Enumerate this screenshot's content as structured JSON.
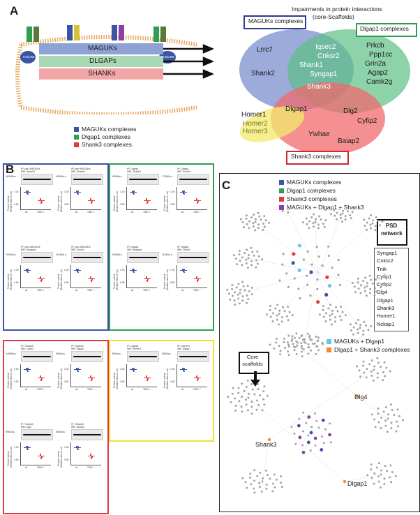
{
  "panels": {
    "a": "A",
    "b": "B",
    "c": "C"
  },
  "membrane": {
    "bars": [
      "MAGUKs",
      "DLGAPs",
      "SHANKs"
    ],
    "receptors": [
      "mGluR5",
      "mGluR5"
    ],
    "legend": [
      {
        "label": "MAGUKs complexes",
        "color": "#3a55a4"
      },
      {
        "label": "Dlgap1 complexes",
        "color": "#2e9e4f"
      },
      {
        "label": "Shank3 complexes",
        "color": "#e03a3e"
      }
    ]
  },
  "venn": {
    "title_line1": "Impairments in protein interactions",
    "title_line2": "(core-Scaffolds)",
    "box_maguks": "MAGUKs complexes",
    "box_dlgap1": "Dlgap1 complexes",
    "box_shank3": "Shank3 complexes",
    "maguks_only": [
      "Lrrc7",
      "Shank2"
    ],
    "dlgap1_only": [
      "Prkcb",
      "Ppp1cc",
      "Grin2a",
      "Agap2",
      "Camk2g"
    ],
    "maguks_dlgap1": [
      "Iqsec2",
      "Cnksr2",
      "Shank1",
      "Syngap1"
    ],
    "center": "Shank3",
    "shank3_maguks": "Dlgap1",
    "shank3_dlgap1": [
      "Dlg2",
      "Cyfip2"
    ],
    "shank3_only": [
      "Ywhae",
      "Baiap2"
    ],
    "homer": [
      "Homer1",
      "Homer2",
      "Homer3"
    ]
  },
  "blots_blue": [
    {
      "ip": "IP: pan-MAGUKs",
      "wb": "WB: Shank3",
      "mw": "180kDa"
    },
    {
      "ip": "IP: pan-MAGUKs",
      "wb": "WB: Shank2",
      "mw": "180kDa"
    },
    {
      "ip": "IP: pan-MAGUKs",
      "wb": "WB: Syngap1",
      "mw": "150kDa"
    },
    {
      "ip": "IP: pan-MAGUKs",
      "wb": "WB: Cnksr2",
      "mw": "110kDa"
    }
  ],
  "blots_green": [
    {
      "ip": "IP: Dlgap1",
      "wb": "WB: Shank3",
      "mw": "180kDa"
    },
    {
      "ip": "IP: Dlgap1",
      "wb": "WB: Grin2a",
      "mw": "170kDa"
    },
    {
      "ip": "IP: Dlgap1",
      "wb": "WB: Syngap1",
      "mw": "150kDa"
    },
    {
      "ip": "IP: Dlgap1",
      "wb": "WB: Cnksr2",
      "mw": "110kDa"
    }
  ],
  "blots_red": [
    {
      "ip": "IP: Shank3",
      "wb": "WB: Cyfip2",
      "mw": "140kDa"
    },
    {
      "ip": "IP: Shank3",
      "wb": "WB: Dlgap1",
      "mw": "95kDa"
    },
    {
      "ip": "IP: Shank3",
      "wb": "WB: Dlg2",
      "mw": "95kDa"
    },
    {
      "ip": "IP: Shank3",
      "wb": "WB: Baiap2",
      "mw": "60kDa"
    }
  ],
  "blots_yellow": [
    {
      "ip": "IP: Dlgap1",
      "wb": "WB: Homer1",
      "mw": "45kDa"
    },
    {
      "ip": "IP: Homer1",
      "wb": "WB: Dlgap1",
      "mw": "95kDa"
    }
  ],
  "plot": {
    "ylabel": "Protein content",
    "ylabel2": "(Relative ratio vs. wt)",
    "ticks": [
      "1.00",
      "0.50"
    ],
    "wt": "wt",
    "tg": "TNIK⁻/⁻"
  },
  "network": {
    "legend": [
      {
        "label": "MAGUKs complexes",
        "color": "#3a55a4"
      },
      {
        "label": "Dlgap1 complexes",
        "color": "#2e9e4f"
      },
      {
        "label": "Shank3 complexes",
        "color": "#e03a3e"
      },
      {
        "label": "MAGUKs + Dlgap1 + Shank3",
        "color": "#8e3fa0"
      }
    ],
    "psd_box": "PSD network",
    "genes": [
      "Syngap1",
      "Cnksr2",
      "Tnik",
      "Cyfip1",
      "Cyfip2",
      "Dlg4",
      "Dlgap1",
      "Shank3",
      "Homer1",
      "Nckap1"
    ],
    "legend2": [
      {
        "label": "MAGUKs + Dlgap1",
        "color": "#5ec8f0"
      },
      {
        "label": "Dlgap1 + Shank3 complexes",
        "color": "#f08a2a"
      }
    ],
    "core_box": "Core scaffolds",
    "hubs": [
      "Dlg4",
      "Shank3",
      "Dlgap1"
    ]
  }
}
